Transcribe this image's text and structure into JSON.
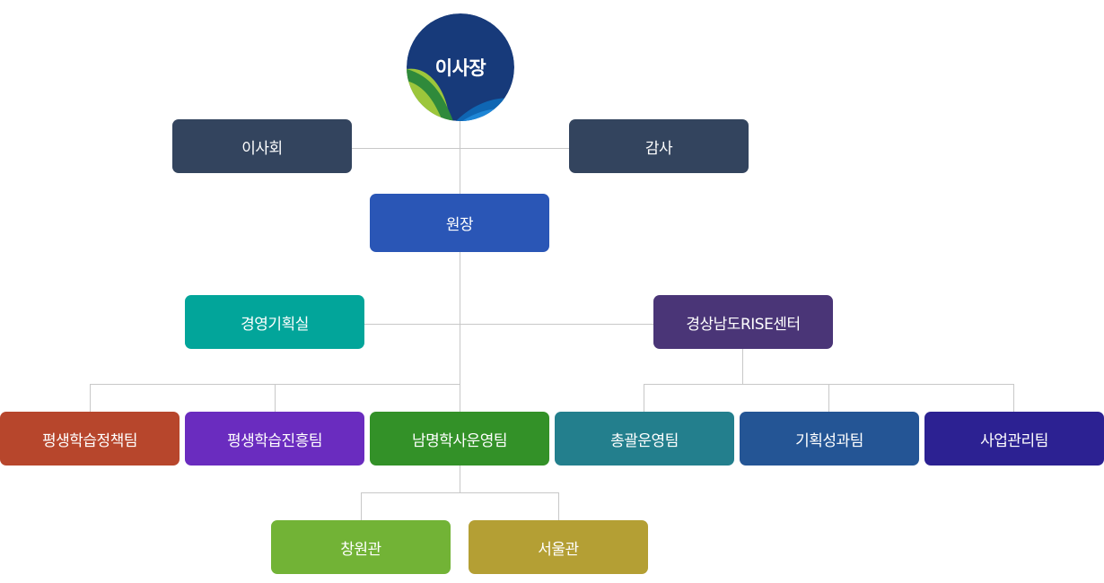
{
  "chairman": {
    "label": "이사장"
  },
  "board": {
    "label": "이사회"
  },
  "audit": {
    "label": "감사"
  },
  "director": {
    "label": "원장"
  },
  "planning_office": {
    "label": "경영기획실"
  },
  "rise_center": {
    "label": "경상남도RISE센터"
  },
  "teams": [
    {
      "label": "평생학습정책팀"
    },
    {
      "label": "평생학습진흥팀"
    },
    {
      "label": "남명학사운영팀"
    },
    {
      "label": "총괄운영팀"
    },
    {
      "label": "기획성과팀"
    },
    {
      "label": "사업관리팀"
    }
  ],
  "halls": [
    {
      "label": "창원관"
    },
    {
      "label": "서울관"
    }
  ],
  "colors": {
    "chairman": "#173a7a",
    "board": "#33445e",
    "director": "#2a56b6",
    "planning_office": "#02a59a",
    "rise_center": "#4a3577",
    "team_policy": "#b7462c",
    "team_promotion": "#6a2cbf",
    "team_nammyeong": "#339128",
    "team_general": "#237f8d",
    "team_planning": "#245595",
    "team_project": "#2c2192",
    "hall_changwon": "#72b336",
    "hall_seoul": "#b49f34",
    "connector": "#c8c8c8"
  }
}
